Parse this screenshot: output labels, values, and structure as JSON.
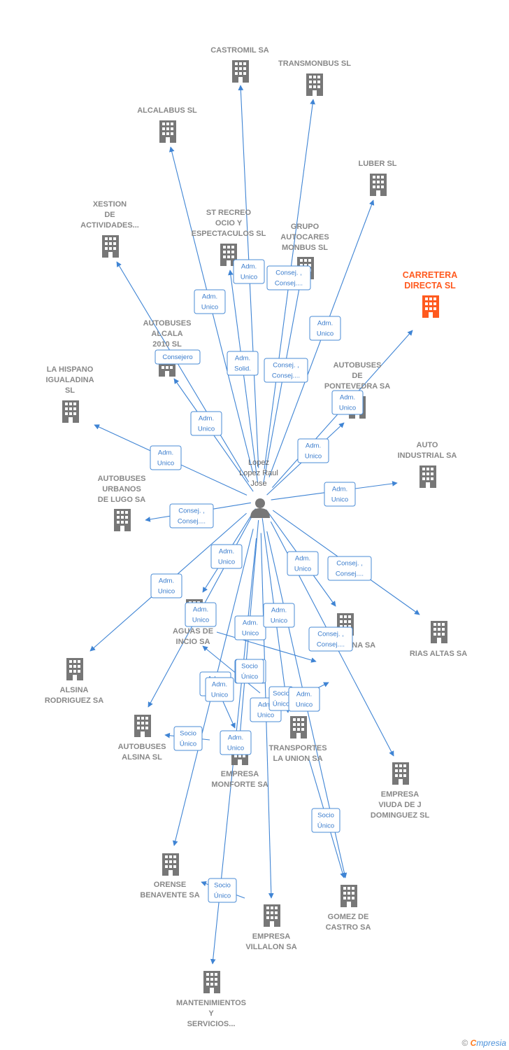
{
  "center": {
    "label": [
      "Lopez",
      "Lopez Raul",
      "Jose"
    ]
  },
  "colors": {
    "edge": "#3f84d4",
    "building": "#777777",
    "highlight": "#ff5a1f"
  },
  "nodes": [
    {
      "id": "castromil",
      "label": [
        "CASTROMIL SA"
      ]
    },
    {
      "id": "transmonbus",
      "label": [
        "TRANSMONBUS SL"
      ]
    },
    {
      "id": "alcalabus",
      "label": [
        "ALCALABUS SL"
      ]
    },
    {
      "id": "luber",
      "label": [
        "LUBER SL"
      ]
    },
    {
      "id": "xestion",
      "label": [
        "XESTION",
        "DE",
        "ACTIVIDADES..."
      ]
    },
    {
      "id": "strecreo",
      "label": [
        "ST RECREO",
        "OCIO Y",
        "ESPECTACULOS SL"
      ]
    },
    {
      "id": "grupoautocares",
      "label": [
        "GRUPO",
        "AUTOCARES",
        "MONBUS SL"
      ]
    },
    {
      "id": "carretera",
      "label": [
        "CARRETERA",
        "DIRECTA  SL"
      ],
      "highlight": true
    },
    {
      "id": "alcala2010",
      "label": [
        "AUTOBUSES",
        "ALCALA",
        "2010 SL"
      ]
    },
    {
      "id": "lahispano",
      "label": [
        "LA HISPANO",
        "IGUALADINA",
        "SL"
      ]
    },
    {
      "id": "pontevedra",
      "label": [
        "AUTOBUSES",
        "DE",
        "PONTEVEDRA SA"
      ]
    },
    {
      "id": "autoindustrial",
      "label": [
        "AUTO",
        "INDUSTRIAL SA"
      ]
    },
    {
      "id": "urbanoslugo",
      "label": [
        "AUTOBUSES",
        "URBANOS",
        "DE LUGO SA"
      ]
    },
    {
      "id": "aguasinicio",
      "label": [
        "AGUAS DE",
        "INCIO SA"
      ]
    },
    {
      "id": "barcelona",
      "label": [
        "...",
        "BARCELONA SA"
      ]
    },
    {
      "id": "riasaltas",
      "label": [
        "RIAS ALTAS SA"
      ]
    },
    {
      "id": "alsinarod",
      "label": [
        "ALSINA",
        "RODRIGUEZ SA"
      ]
    },
    {
      "id": "alsinasl",
      "label": [
        "AUTOBUSES",
        "ALSINA SL"
      ]
    },
    {
      "id": "monforte",
      "label": [
        "EMPRESA",
        "MONFORTE SA"
      ]
    },
    {
      "id": "launion",
      "label": [
        "TRANSPORTES",
        "LA UNION SA"
      ]
    },
    {
      "id": "viudaj",
      "label": [
        "EMPRESA",
        "VIUDA DE J",
        "DOMINGUEZ SL"
      ]
    },
    {
      "id": "orense",
      "label": [
        "ORENSE",
        "BENAVENTE SA"
      ]
    },
    {
      "id": "gomezcastro",
      "label": [
        "GOMEZ DE",
        "CASTRO SA"
      ]
    },
    {
      "id": "villalon",
      "label": [
        "EMPRESA",
        "VILLALON SA"
      ]
    },
    {
      "id": "mantenimientos",
      "label": [
        "MANTENIMIENTOS",
        "Y",
        "SERVICIOS..."
      ]
    }
  ],
  "relations": [
    {
      "to": "castromil",
      "label": [
        "Adm.",
        "Unico"
      ]
    },
    {
      "to": "transmonbus",
      "label": [
        "Consej. ,",
        "Consej...."
      ]
    },
    {
      "to": "alcalabus",
      "label": [
        "Adm.",
        "Unico"
      ]
    },
    {
      "to": "luber",
      "label": [
        "Adm.",
        "Unico"
      ]
    },
    {
      "to": "xestion",
      "label": [
        "Consejero"
      ]
    },
    {
      "to": "strecreo",
      "label": [
        "Adm.",
        "Solid."
      ]
    },
    {
      "to": "grupoautocares",
      "label": [
        "Consej. ,",
        "Consej...."
      ]
    },
    {
      "to": "carretera",
      "label": [
        "Adm.",
        "Unico"
      ]
    },
    {
      "to": "alcala2010",
      "label": [
        "Adm.",
        "Unico"
      ]
    },
    {
      "to": "lahispano",
      "label": [
        "Adm.",
        "Unico"
      ]
    },
    {
      "to": "pontevedra",
      "label": [
        "Adm.",
        "Unico"
      ]
    },
    {
      "to": "autoindustrial",
      "label": [
        "Adm.",
        "Unico"
      ]
    },
    {
      "to": "urbanoslugo",
      "label": [
        "Consej. ,",
        "Consej...."
      ]
    },
    {
      "to": "aguasinicio",
      "label": [
        "Adm.",
        "Unico"
      ]
    },
    {
      "to": "barcelona",
      "label": [
        "Adm.",
        "Unico"
      ]
    },
    {
      "to": "riasaltas",
      "label": [
        "Consej. ,",
        "Consej...."
      ]
    },
    {
      "to": "alsinarod",
      "label": [
        "Adm.",
        "Unico"
      ]
    },
    {
      "to": "alsinasl",
      "label": [
        "Adm.",
        "Unico"
      ]
    },
    {
      "to": "monforte",
      "label": [
        "Adm.",
        "Unico"
      ]
    },
    {
      "to": "launion",
      "label": [
        "Adm.",
        "Unico"
      ]
    },
    {
      "to": "viudaj",
      "label": [
        "Adm.",
        "Unico"
      ]
    },
    {
      "to": "orense",
      "label": [
        "Adm.",
        "Unico"
      ]
    },
    {
      "to": "gomezcastro",
      "label": [
        "Adm.",
        "Unico"
      ]
    },
    {
      "to": "villalon",
      "label": [
        "Adm.",
        "Unico"
      ]
    },
    {
      "to": "mantenimientos",
      "label": [
        "Adm.",
        "Unico"
      ]
    }
  ],
  "secondary_relations": [
    {
      "from": "aguasinicio",
      "to": "barcelona",
      "label": [
        "Consej. ,",
        "Consej...."
      ]
    },
    {
      "from": "launion",
      "to": "aguasinicio",
      "label": [
        "Socio",
        "Único"
      ]
    },
    {
      "from": "monforte",
      "to": "alsinasl",
      "label": [
        "Socio",
        "Único"
      ]
    },
    {
      "from": "launion",
      "to": "gomezcastro",
      "label": [
        "Socio",
        "Único"
      ]
    },
    {
      "from": "villalon",
      "to": "orense",
      "label": [
        "Socio",
        "Único"
      ]
    },
    {
      "from": "monforte",
      "to": "launion",
      "label": [
        "Socio",
        "Único"
      ]
    },
    {
      "from": "aguasinicio",
      "to": "monforte",
      "label": [
        "Adm.",
        "Unico"
      ]
    },
    {
      "from": "launion",
      "to": "barcelona",
      "label": [
        "Adm.",
        "Unico"
      ]
    }
  ],
  "footer": {
    "copyright": "©",
    "brand_first": "C",
    "brand_rest": "mpresia"
  }
}
